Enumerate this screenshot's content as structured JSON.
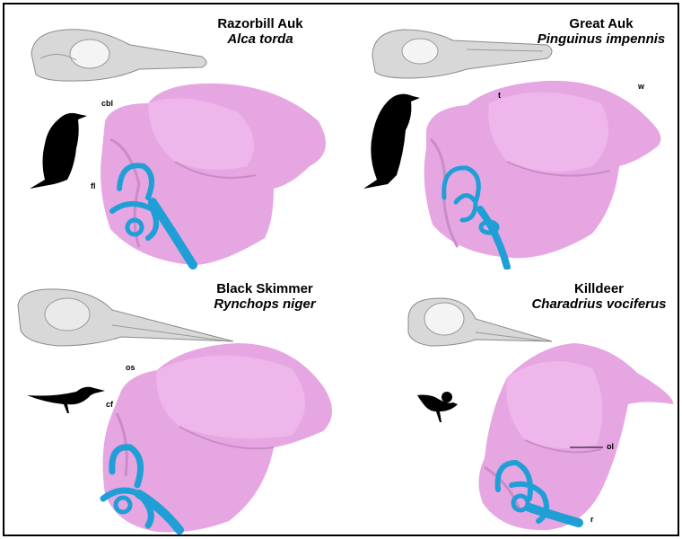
{
  "panels": [
    {
      "common_name": "Razorbill Auk",
      "scientific_name": "Alca torda",
      "labels": [
        "cbl",
        "fl"
      ]
    },
    {
      "common_name": "Great Auk",
      "scientific_name": "Pinguinus impennis",
      "labels": [
        "t",
        "w"
      ]
    },
    {
      "common_name": "Black Skimmer",
      "scientific_name": "Rynchops niger",
      "labels": [
        "os",
        "cf"
      ]
    },
    {
      "common_name": "Killdeer",
      "scientific_name": "Charadrius vociferus",
      "labels": [
        "ol",
        "r"
      ]
    }
  ],
  "colors": {
    "brain": "#e6a6e2",
    "brain_shade": "#c98cc6",
    "inner_ear": "#1f9fd6",
    "skull": "#d8d8d8",
    "silhouette": "#000000"
  }
}
